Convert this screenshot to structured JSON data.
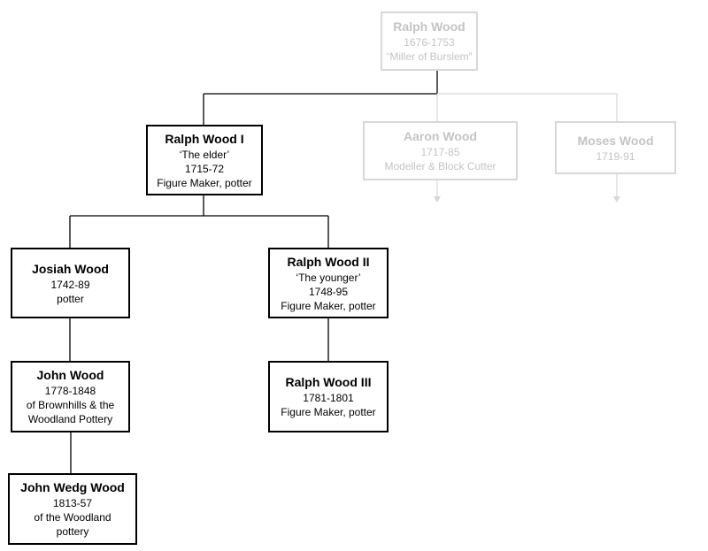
{
  "nodes": {
    "ralph_wood": {
      "name": "Ralph Wood",
      "lines": [
        "1676-1753",
        "“Miller of Burslem”"
      ]
    },
    "ralph_wood_i": {
      "name": "Ralph Wood I",
      "lines": [
        "‘The elder’",
        "1715-72",
        "Figure Maker, potter"
      ]
    },
    "aaron_wood": {
      "name": "Aaron Wood",
      "lines": [
        "1717-85",
        "Modeller & Block Cutter"
      ]
    },
    "moses_wood": {
      "name": "Moses Wood",
      "lines": [
        "1719-91"
      ]
    },
    "josiah_wood": {
      "name": "Josiah Wood",
      "lines": [
        "1742-89",
        "potter"
      ]
    },
    "ralph_wood_ii": {
      "name": "Ralph Wood II",
      "lines": [
        "‘The younger’",
        "1748-95",
        "Figure Maker, potter"
      ]
    },
    "john_wood": {
      "name": "John Wood",
      "lines": [
        "1778-1848",
        "of Brownhills & the",
        "Woodland Pottery"
      ]
    },
    "ralph_wood_iii": {
      "name": "Ralph Wood III",
      "lines": [
        "1781-1801",
        "Figure Maker, potter"
      ]
    },
    "john_wedg_wood": {
      "name": "John Wedg Wood",
      "lines": [
        "1813-57",
        "of the Woodland",
        "pottery"
      ]
    }
  },
  "colors": {
    "primary": "#000000",
    "faded_border": "#d8d8d8",
    "faded_text": "#c4c4c4"
  }
}
